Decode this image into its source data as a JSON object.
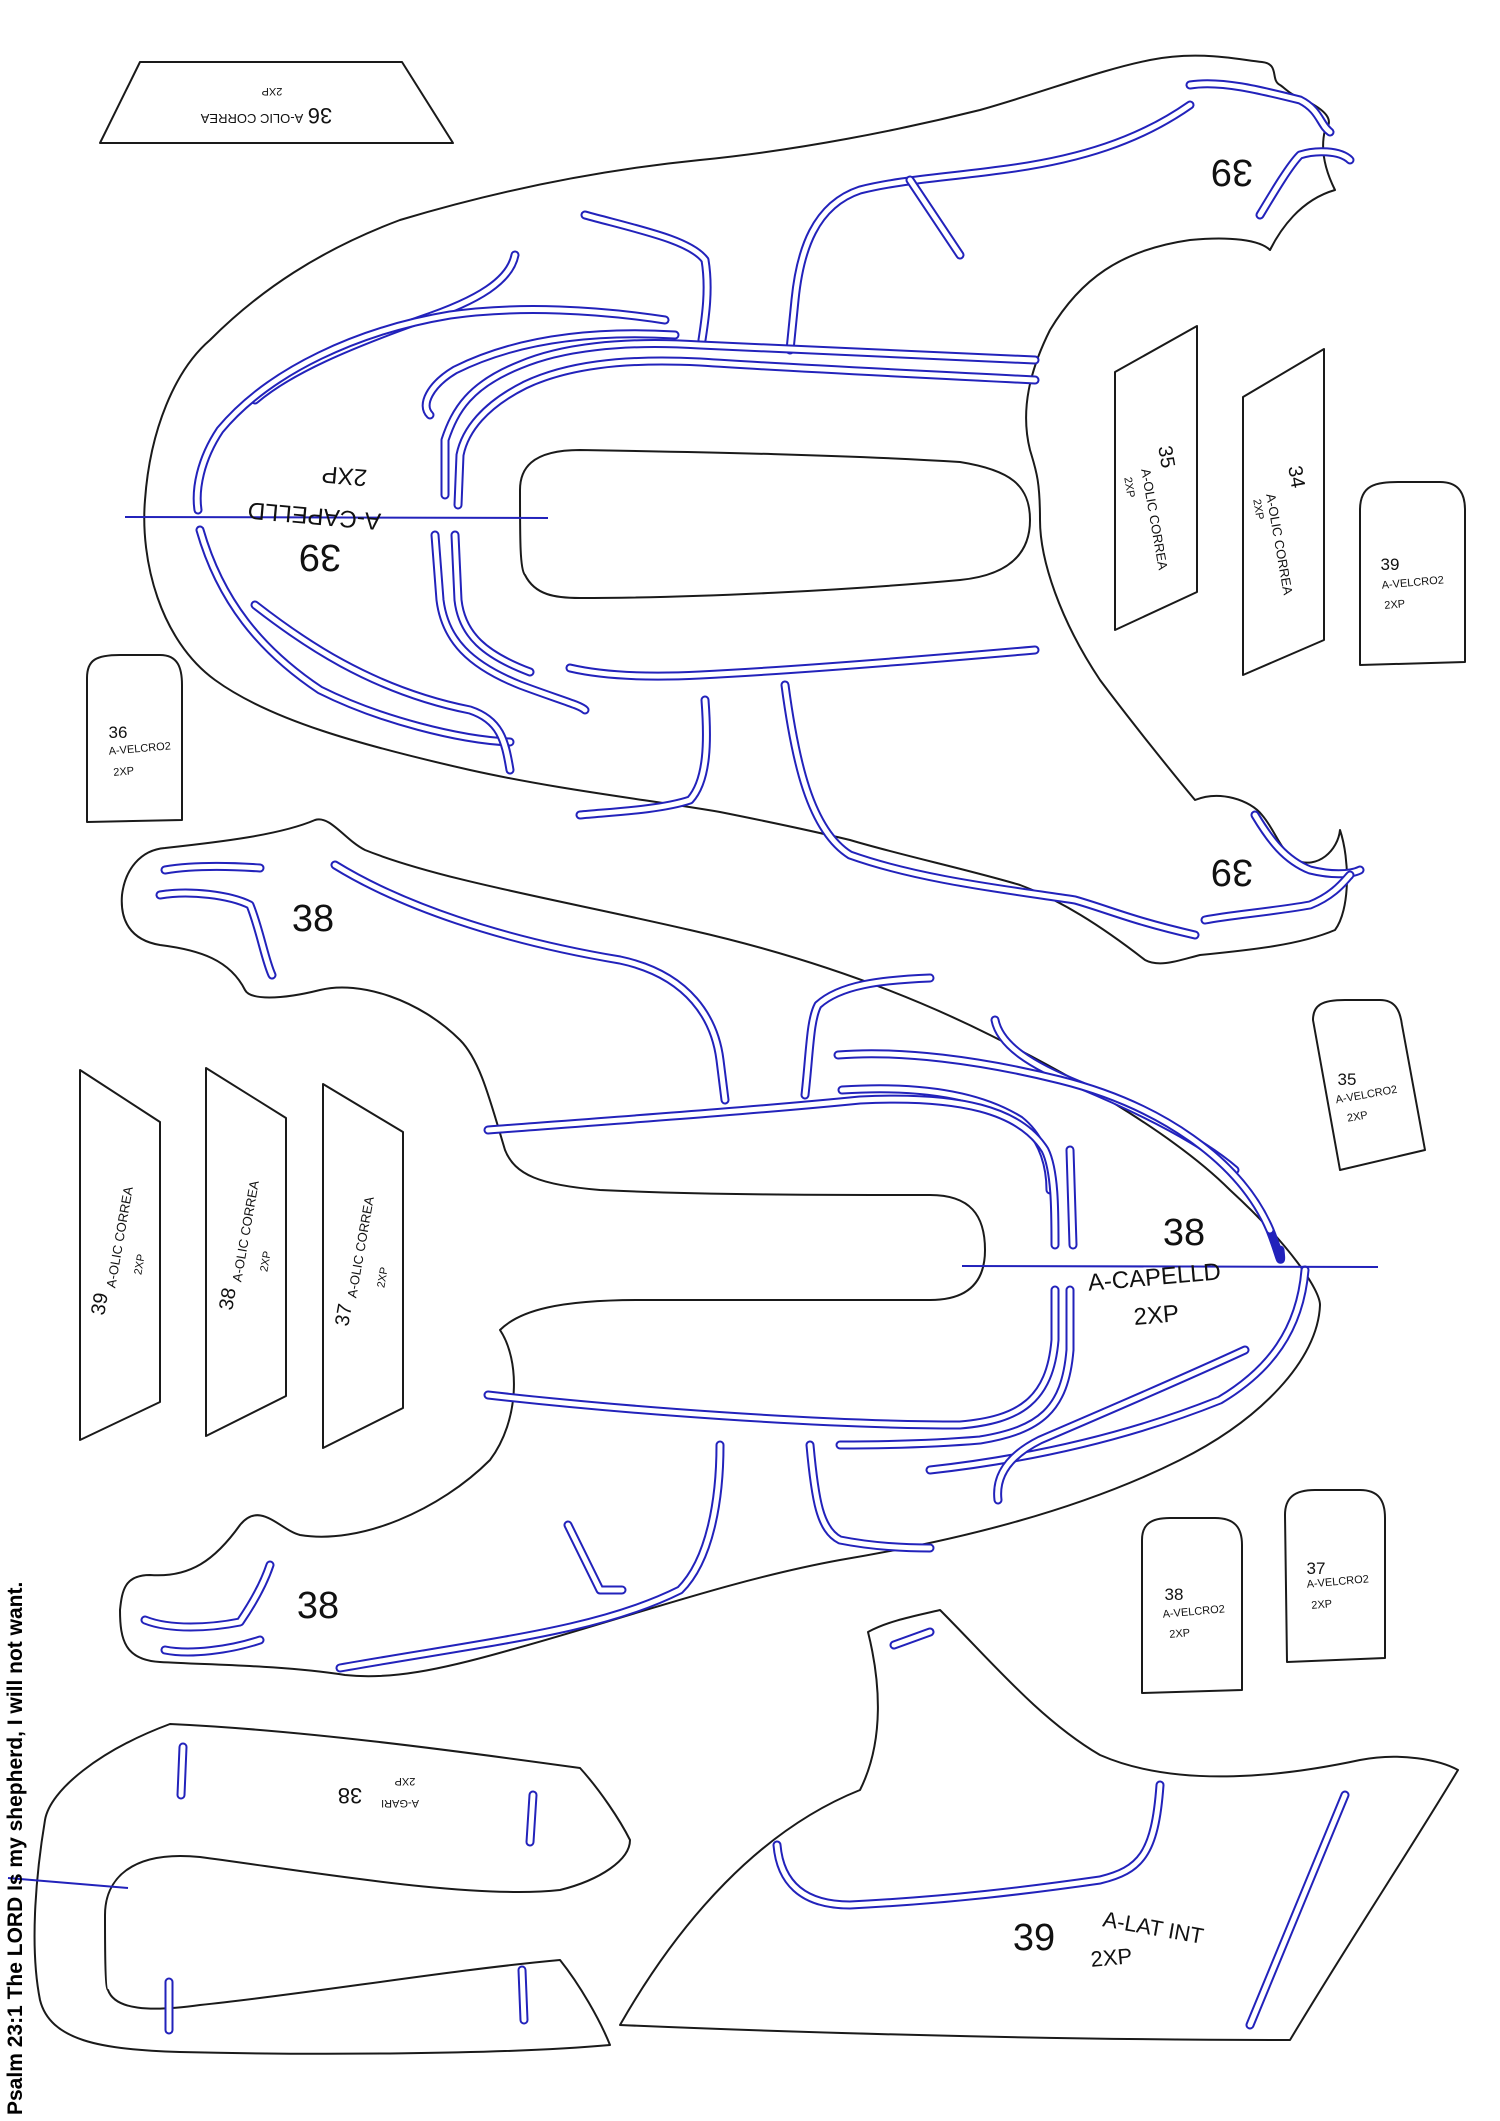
{
  "verse": "Psalm 23:1 The LORD Is my shepherd, I will not want.",
  "colors": {
    "outline": "#1a1a1a",
    "slot": "#2222bb",
    "background": "#ffffff"
  },
  "top_upper": {
    "num": "39",
    "name": "A-CAPELLD",
    "qty": "2XP",
    "heel_a": "39",
    "heel_b": "39"
  },
  "bottom_upper": {
    "num": "38",
    "name": "A-CAPELLD",
    "qty": "2XP",
    "heel_a": "38",
    "heel_b": "38"
  },
  "strap_top": {
    "num": "36",
    "name": "A-OLIC CORREA",
    "qty": "2XP"
  },
  "strap_35": {
    "num": "35",
    "name": "A-OLIC CORREA",
    "qty": "2XP"
  },
  "strap_34": {
    "num": "34",
    "name": "A-OLIC CORREA",
    "qty": "2XP"
  },
  "strap_39": {
    "num": "39",
    "name": "A-OLIC CORREA",
    "qty": "2XP"
  },
  "strap_38": {
    "num": "38",
    "name": "A-OLIC CORREA",
    "qty": "2XP"
  },
  "strap_37": {
    "num": "37",
    "name": "A-OLIC CORREA",
    "qty": "2XP"
  },
  "velcro_39": {
    "num": "39",
    "name": "A-VELCRO2",
    "qty": "2XP"
  },
  "velcro_36": {
    "num": "36",
    "name": "A-VELCRO2",
    "qty": "2XP"
  },
  "velcro_35": {
    "num": "35",
    "name": "A-VELCRO2",
    "qty": "2XP"
  },
  "velcro_38": {
    "num": "38",
    "name": "A-VELCRO2",
    "qty": "2XP"
  },
  "velcro_37": {
    "num": "37",
    "name": "A-VELCRO2",
    "qty": "2XP"
  },
  "gari": {
    "num": "38",
    "name": "A-GARI",
    "qty": "2XP"
  },
  "lat_int": {
    "num": "39",
    "name": "A-LAT INT",
    "qty": "2XP"
  }
}
